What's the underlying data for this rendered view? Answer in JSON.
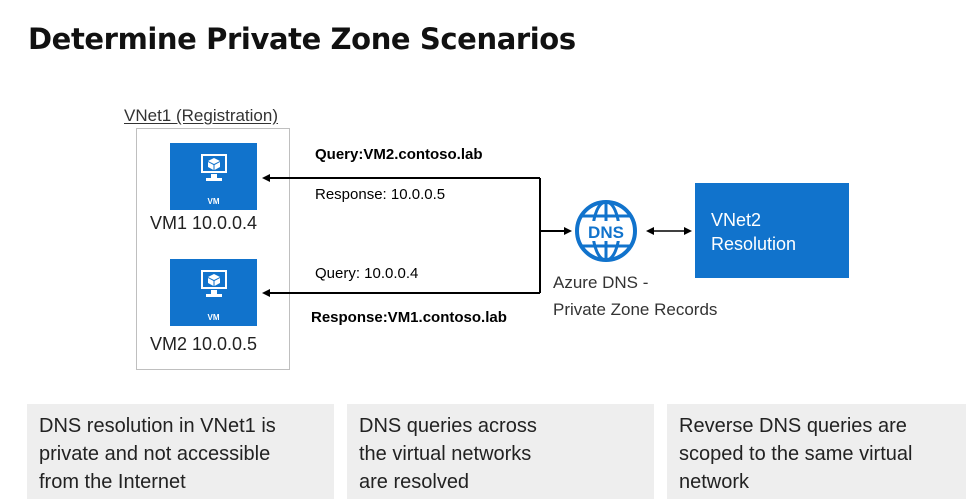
{
  "title": "Determine Private Zone Scenarios",
  "vnet1": {
    "label": "VNet1 (Registration)",
    "vms": [
      {
        "tag": "VM",
        "label": "VM1 10.0.0.4"
      },
      {
        "tag": "VM",
        "label": "VM2 10.0.0.5"
      }
    ]
  },
  "flows": {
    "query1": "Query:VM2.contoso.lab",
    "response1": "Response: 10.0.0.5",
    "query2": "Query: 10.0.0.4",
    "response2": "Response:VM1.contoso.lab"
  },
  "dns": {
    "icon_text": "DNS",
    "label_line1": "Azure DNS -",
    "label_line2": "Private Zone Records"
  },
  "vnet2": {
    "line1": "VNet2",
    "line2": "Resolution"
  },
  "cards": [
    {
      "lines": [
        "DNS resolution in VNet1 is",
        "private and not accessible",
        "from the Internet"
      ]
    },
    {
      "lines": [
        "DNS queries across",
        "the virtual networks",
        "are resolved"
      ]
    },
    {
      "lines": [
        "Reverse DNS queries are",
        "scoped to the same virtual",
        "network"
      ]
    }
  ],
  "colors": {
    "azure_blue": "#1173cc",
    "card_bg": "#eeeeee",
    "border": "#bfbfbf"
  }
}
